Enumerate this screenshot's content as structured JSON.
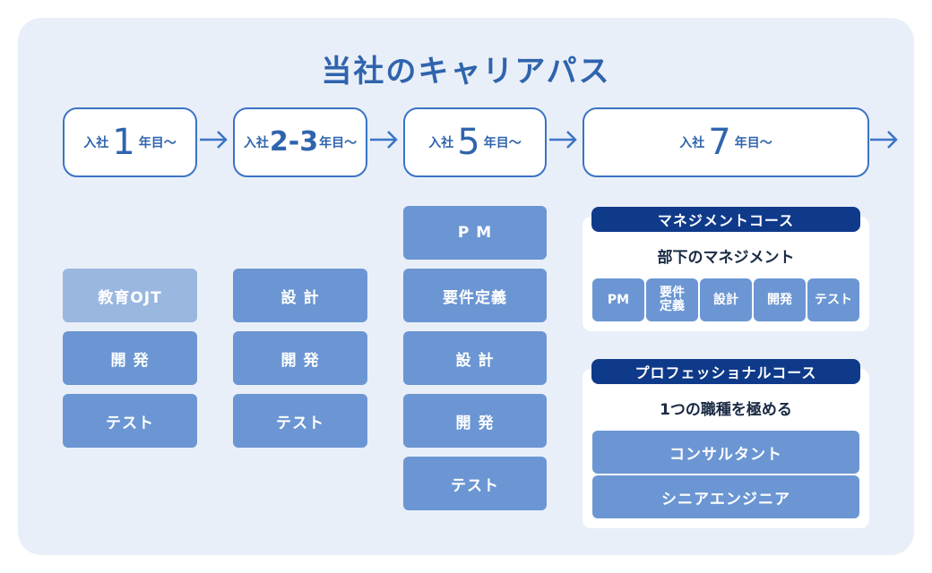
{
  "title": "当社のキャリアパス",
  "stages": [
    {
      "prefix": "入社",
      "num": "1",
      "suffix": "年目〜"
    },
    {
      "prefix": "入社",
      "num": "2-3",
      "suffix": "年目〜"
    },
    {
      "prefix": "入社",
      "num": "5",
      "suffix": "年目〜"
    },
    {
      "prefix": "入社",
      "num": "7",
      "suffix": "年目〜"
    }
  ],
  "columns": {
    "col1": [
      "教育OJT",
      "開 発",
      "テスト"
    ],
    "col2": [
      "設 計",
      "開 発",
      "テスト"
    ],
    "col3": [
      "P M",
      "要件定義",
      "設 計",
      "開 発",
      "テスト"
    ]
  },
  "management": {
    "header": "マネジメントコース",
    "subtitle": "部下のマネジメント",
    "items": [
      "PM",
      "要件\n定義",
      "設計",
      "開発",
      "テスト"
    ]
  },
  "professional": {
    "header": "プロフェッショナルコース",
    "subtitle": "1つの職種を極める",
    "items": [
      "コンサルタント",
      "シニアエンジニア"
    ]
  },
  "colors": {
    "accent": "#2f64ad",
    "border": "#3a73c6",
    "box": "#6b96d3",
    "box_light": "#9ab7e0",
    "header_dark": "#0f3a8a",
    "panel": "#e9eff8"
  }
}
